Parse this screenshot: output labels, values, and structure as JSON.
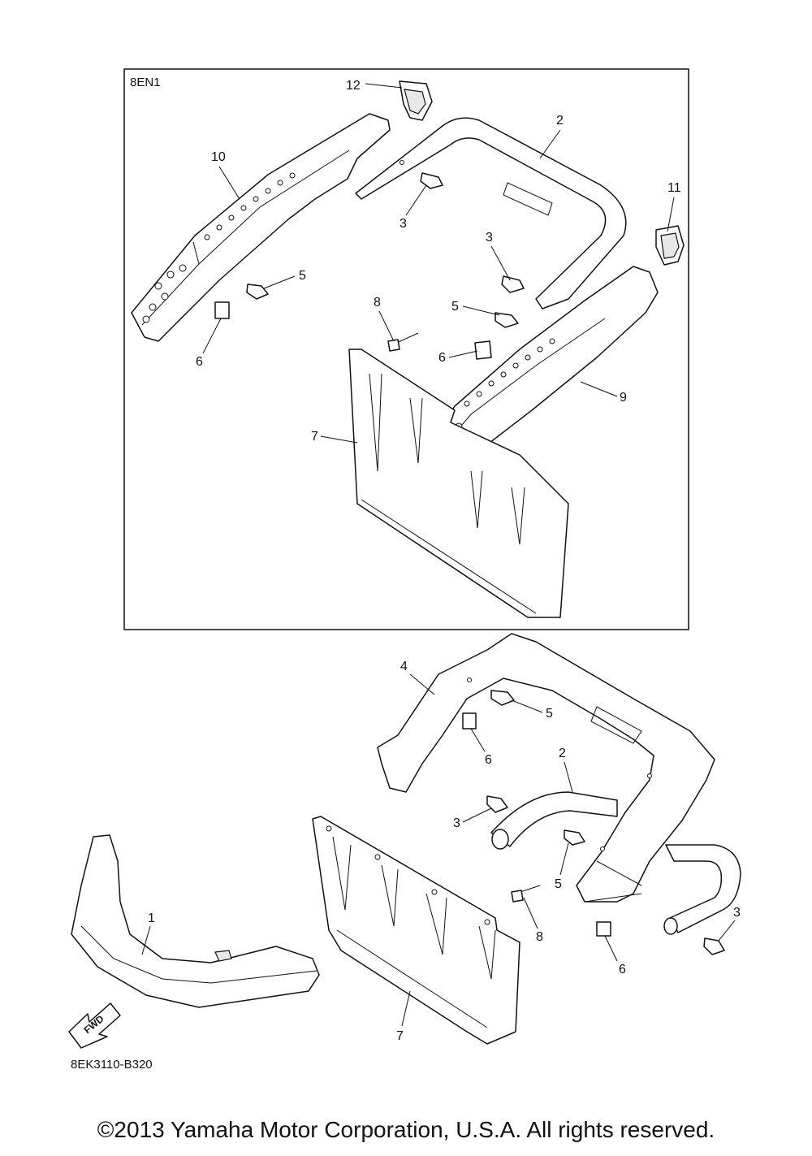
{
  "diagram": {
    "box_label": "8EN1",
    "drawing_code": "8EK3110-B320",
    "fwd_label": "FWD",
    "callouts_box": [
      "12",
      "2",
      "10",
      "3",
      "11",
      "3",
      "5",
      "8",
      "5",
      "6",
      "6",
      "9",
      "7"
    ],
    "callouts_lower": [
      "4",
      "5",
      "6",
      "2",
      "3",
      "5",
      "1",
      "8",
      "3",
      "6",
      "7"
    ]
  },
  "footer": {
    "copyright": "©2013 Yamaha Motor Corporation, U.S.A. All rights reserved."
  }
}
